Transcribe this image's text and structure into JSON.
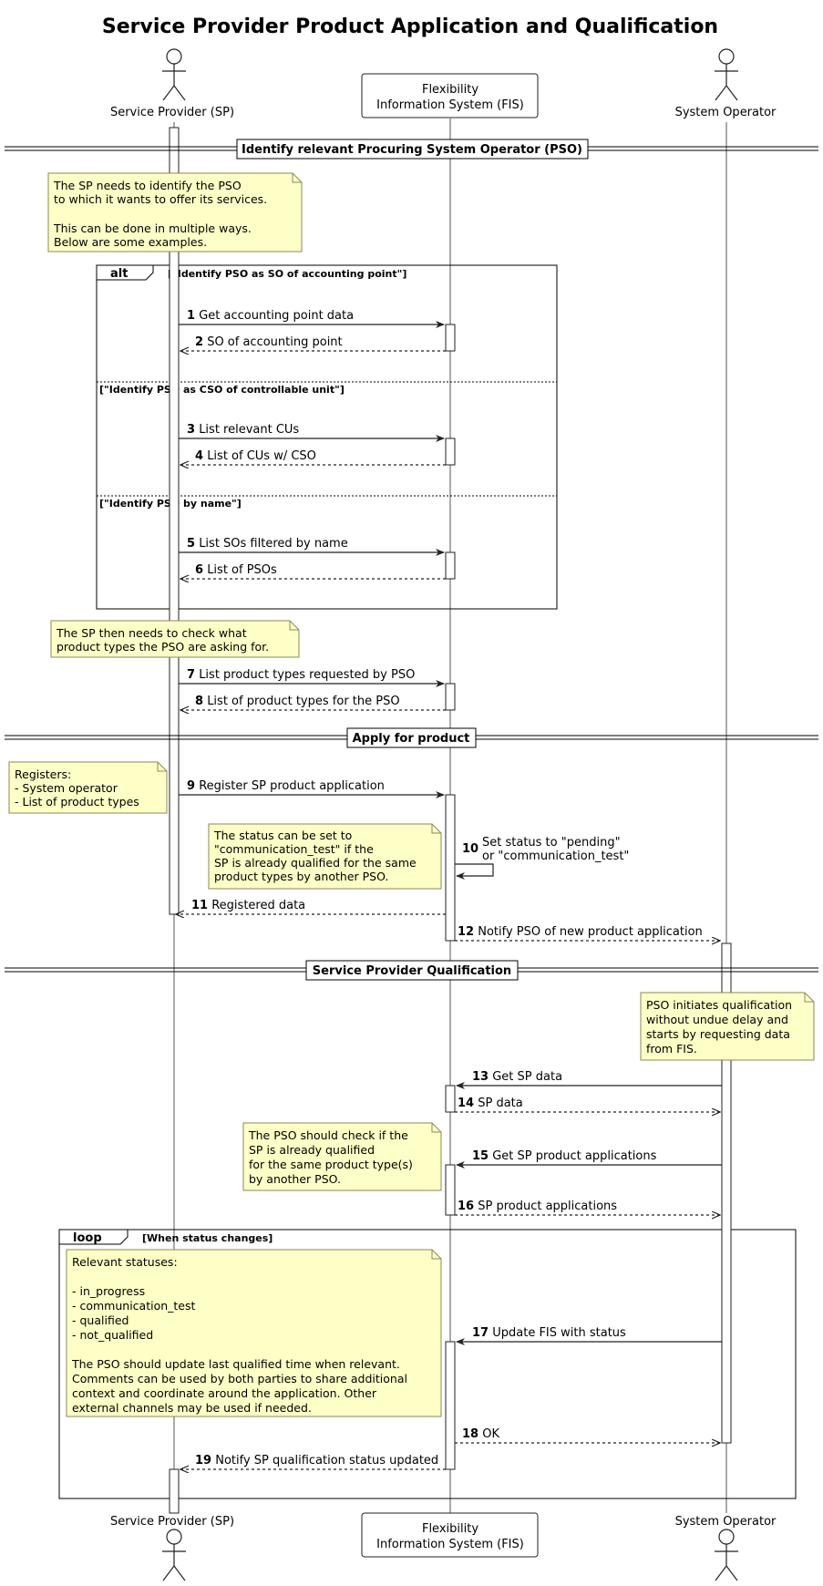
{
  "diagram": {
    "title": "Service Provider Product Application and Qualification",
    "participants": {
      "sp": "Service Provider (SP)",
      "fis_line1": "Flexibility",
      "fis_line2": "Information System (FIS)",
      "so": "System Operator"
    },
    "dividers": {
      "d1": "Identify relevant Procuring System Operator (PSO)",
      "d2": "Apply for product",
      "d3": "Service Provider Qualification"
    },
    "notes": {
      "n1": [
        "The SP needs to identify the PSO",
        "to which it wants to offer its services.",
        "",
        "This can be done in multiple ways.",
        "Below are some examples."
      ],
      "n2": [
        "The SP then needs to check what",
        "product types the PSO are asking for."
      ],
      "n3": [
        "Registers:",
        "- System operator",
        "- List of product types"
      ],
      "n4": [
        "The status can be set to",
        "\"communication_test\" if the",
        "SP is already qualified for the same",
        "product types by another PSO."
      ],
      "n5": [
        "PSO initiates qualification",
        "without undue delay and",
        "starts by requesting data",
        "from FIS."
      ],
      "n6": [
        "The PSO should check if the",
        "SP is already qualified",
        "for the same product type(s)",
        "by another PSO."
      ],
      "n7": [
        "Relevant statuses:",
        "",
        "- in_progress",
        "- communication_test",
        "- qualified",
        "- not_qualified",
        "",
        "The PSO should update last qualified time when relevant.",
        "Comments can be used by both parties to share additional",
        "context and coordinate around the application. Other",
        "external channels may be used if needed."
      ]
    },
    "fragments": {
      "alt_keyword": "alt",
      "alt_guard1": "[\"Identify PSO as SO of accounting point\"]",
      "alt_guard2": "[\"Identify PSO as CSO of controllable unit\"]",
      "alt_guard3": "[\"Identify PSO by name\"]",
      "loop_keyword": "loop",
      "loop_guard": "[When status changes]"
    },
    "messages": [
      {
        "num": "1",
        "text": "Get accounting point data"
      },
      {
        "num": "2",
        "text": "SO of accounting point"
      },
      {
        "num": "3",
        "text": "List relevant CUs"
      },
      {
        "num": "4",
        "text": "List of CUs w/ CSO"
      },
      {
        "num": "5",
        "text": "List SOs filtered by name"
      },
      {
        "num": "6",
        "text": "List of PSOs"
      },
      {
        "num": "7",
        "text": "List product types requested by PSO"
      },
      {
        "num": "8",
        "text": "List of product types for the PSO"
      },
      {
        "num": "9",
        "text": "Register SP product application"
      },
      {
        "num": "10",
        "text": "Set status to \"pending\"",
        "text2": " or \"communication_test\""
      },
      {
        "num": "11",
        "text": "Registered data"
      },
      {
        "num": "12",
        "text": "Notify PSO of new product application"
      },
      {
        "num": "13",
        "text": "Get SP data"
      },
      {
        "num": "14",
        "text": "SP data"
      },
      {
        "num": "15",
        "text": "Get SP product applications"
      },
      {
        "num": "16",
        "text": "SP product applications"
      },
      {
        "num": "17",
        "text": "Update FIS with status"
      },
      {
        "num": "18",
        "text": "OK"
      },
      {
        "num": "19",
        "text": "Notify SP qualification status updated"
      }
    ]
  }
}
